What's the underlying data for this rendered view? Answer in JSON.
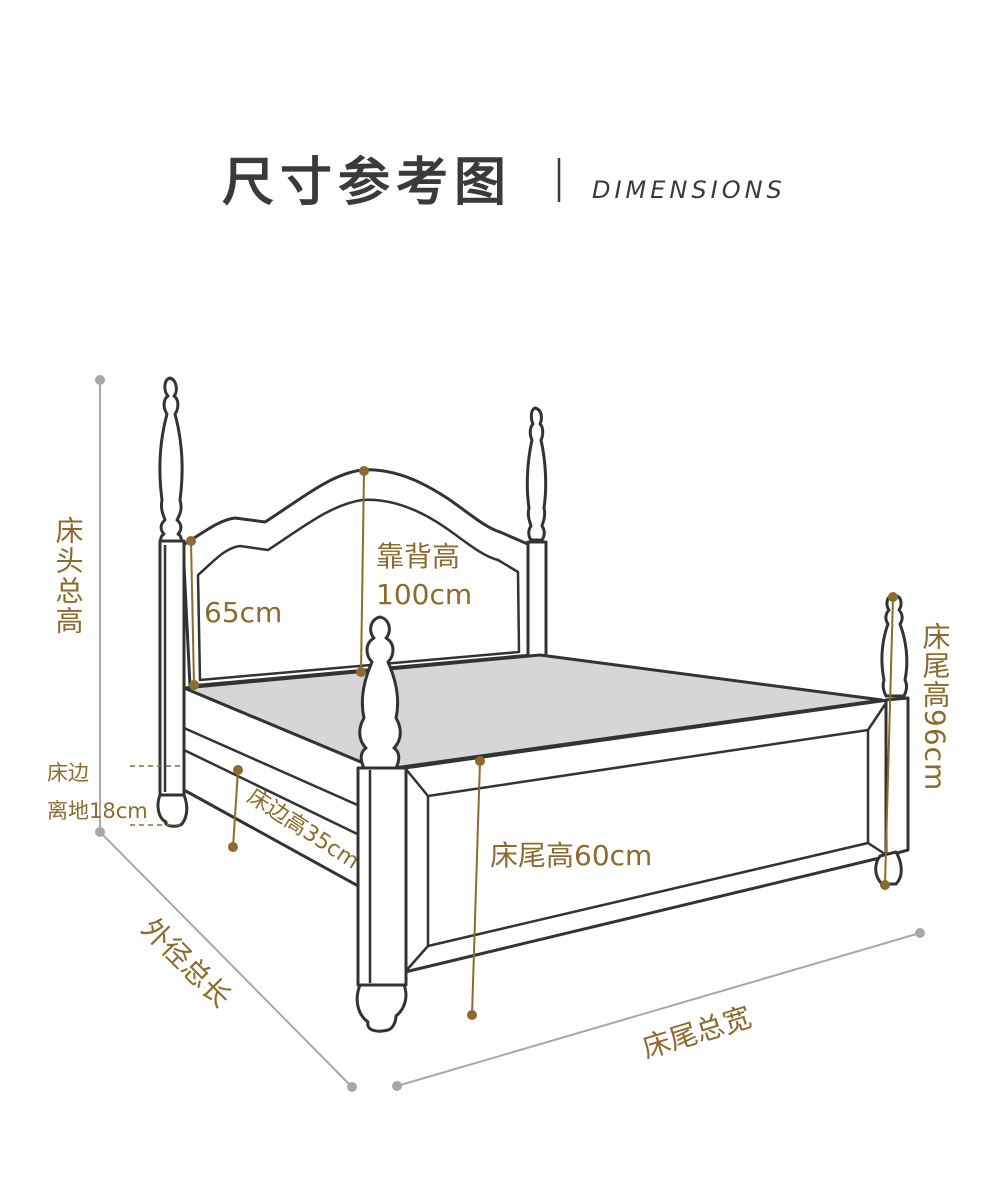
{
  "title": {
    "cn": "尺寸参考图",
    "en": "DIMENSIONS"
  },
  "labels": {
    "headboard_total_height": "床头总高",
    "backrest_height_title": "靠背高",
    "backrest_height_value": "100cm",
    "headboard_panel_height": "65cm",
    "footboard_total_height": "床尾高96cm",
    "footboard_height": "床尾高60cm",
    "side_rail_height": "床边高35cm",
    "side_clearance_line1": "床边",
    "side_clearance_line2": "离地18cm",
    "overall_length": "外径总长",
    "footboard_width": "床尾总宽"
  },
  "colors": {
    "accent": "#8c6b2e",
    "outline": "#333333",
    "mattress": "#d6d6d6",
    "dimension_gray": "#a8a8a8",
    "title": "#3a3a3a"
  }
}
